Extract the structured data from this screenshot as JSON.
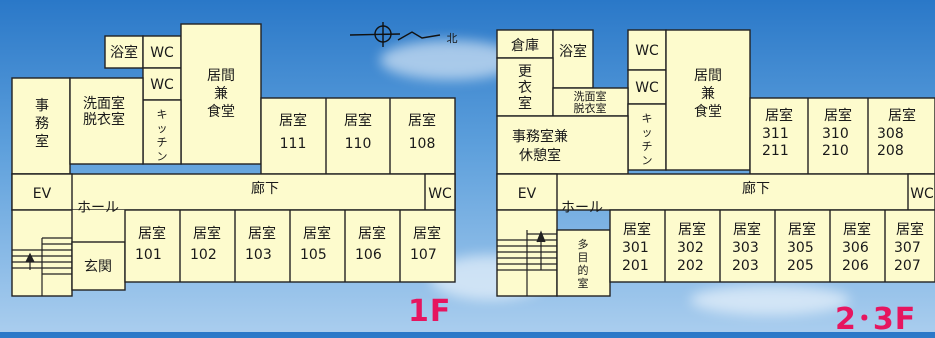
{
  "compass": {
    "north": "北"
  },
  "plan1f": {
    "floor_label": "1F",
    "bath": "浴室",
    "wc1": "WC",
    "wc2": "WC",
    "kitchen": [
      "キ",
      "ッ",
      "チ",
      "ン"
    ],
    "living_dining": [
      "居間",
      "兼",
      "食堂"
    ],
    "office": [
      "事",
      "務",
      "室"
    ],
    "dressing": [
      "洗面室",
      "脱衣室"
    ],
    "ev": "EV",
    "hall": "ホール",
    "corridor": "廊下",
    "wc_corridor": "WC",
    "entrance": "玄関",
    "room_word": "居室",
    "rooms_top": [
      "111",
      "110",
      "108"
    ],
    "rooms_bottom": [
      "101",
      "102",
      "103",
      "105",
      "106",
      "107"
    ]
  },
  "plan23f": {
    "floor_label": "2･3F",
    "storage": "倉庫",
    "bath": "浴室",
    "wc1": "WC",
    "wc2": "WC",
    "changing": [
      "更",
      "衣",
      "室"
    ],
    "dressing": [
      "洗面室",
      "脱衣室"
    ],
    "kitchen": [
      "キ",
      "ッ",
      "チ",
      "ン"
    ],
    "living_dining": [
      "居間",
      "兼",
      "食堂"
    ],
    "office_rest": [
      "事務室兼",
      "休憩室"
    ],
    "ev": "EV",
    "hall": "ホール",
    "corridor": "廊下",
    "wc_corridor": "WC",
    "multipurpose": [
      "多",
      "目",
      "的",
      "室"
    ],
    "room_word": "居室",
    "rooms_top": [
      [
        "311",
        "211"
      ],
      [
        "310",
        "210"
      ],
      [
        "308",
        "208"
      ]
    ],
    "rooms_bottom": [
      [
        "301",
        "201"
      ],
      [
        "302",
        "202"
      ],
      [
        "303",
        "203"
      ],
      [
        "305",
        "205"
      ],
      [
        "306",
        "206"
      ],
      [
        "307",
        "207"
      ]
    ]
  }
}
